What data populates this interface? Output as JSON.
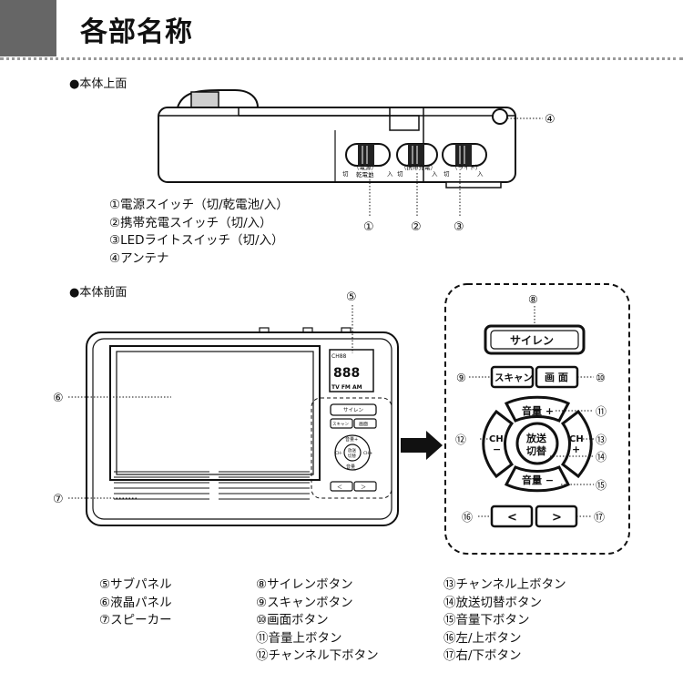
{
  "header": {
    "title": "各部名称"
  },
  "sections": {
    "top": "●本体上面",
    "front": "●本体前面"
  },
  "top_view": {
    "switch_labels": {
      "sw1_off": "切",
      "sw1_name": "（電源）",
      "sw1_mid": "乾電池",
      "sw1_on": "入",
      "sw2_off": "切",
      "sw2_name": "（携帯充電）",
      "sw2_on": "入",
      "sw3_off": "切",
      "sw3_name": "（ライト）",
      "sw3_on": "入"
    },
    "callouts": [
      "①",
      "②",
      "③",
      "④"
    ],
    "legend": [
      "①電源スイッチ（切/乾電池/入）",
      "②携帯充電スイッチ（切/入）",
      "③LEDライトスイッチ（切/入）",
      "④アンテナ"
    ]
  },
  "front_view": {
    "callouts": [
      "⑤",
      "⑥",
      "⑦"
    ],
    "small_panel": {
      "lcd_top": "CH88",
      "lcd_mid": "888",
      "lcd_bot": "TV FM AM",
      "siren": "サイレン",
      "scan": "スキャン",
      "screen": "画面",
      "vol_up": "音量+",
      "vol_down": "音量",
      "ch_minus": "CH-",
      "ch_plus": "CH+",
      "bcast_1": "放送",
      "bcast_2": "切替",
      "left": "＜",
      "right": "＞"
    }
  },
  "zoom_panel": {
    "siren": "サイレン",
    "scan": "スキャン",
    "screen": "画 面",
    "vol_up": "音量 +",
    "vol_down": "音量 −",
    "ch_minus_1": "CH",
    "ch_minus_2": "−",
    "ch_plus_1": "CH",
    "ch_plus_2": "+",
    "bcast_1": "放送",
    "bcast_2": "切替",
    "left": "<",
    "right": ">",
    "callouts": [
      "⑧",
      "⑨",
      "⑩",
      "⑪",
      "⑫",
      "⑬",
      "⑭",
      "⑮",
      "⑯",
      "⑰"
    ]
  },
  "legend_bottom": {
    "col1": [
      "⑤サブパネル",
      "⑥液晶パネル",
      "⑦スピーカー"
    ],
    "col2": [
      "⑧サイレンボタン",
      "⑨スキャンボタン",
      "⑩画面ボタン",
      "⑪音量上ボタン",
      "⑫チャンネル下ボタン"
    ],
    "col3": [
      "⑬チャンネル上ボタン",
      "⑭放送切替ボタン",
      "⑮音量下ボタン",
      "⑯左/上ボタン",
      "⑰右/下ボタン"
    ]
  }
}
